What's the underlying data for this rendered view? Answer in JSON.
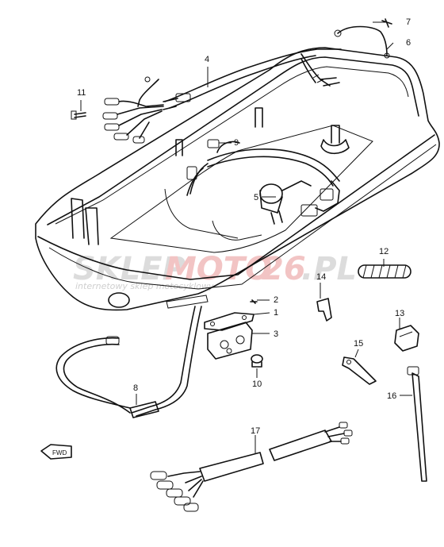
{
  "watermark": {
    "brand_part1": "SKLEP",
    "brand_part2": "MOTO",
    "brand_part3": "26",
    "brand_part4": ".PL",
    "tagline": "internetowy sklep motocyklowy",
    "color_main": "#dcdcdc",
    "color_accent": "#f2c4c4"
  },
  "fwd_label": "FWD",
  "callouts": [
    "1",
    "2",
    "3",
    "4",
    "5",
    "6",
    "7",
    "8",
    "9",
    "10",
    "11",
    "12",
    "13",
    "14",
    "15",
    "16",
    "17"
  ]
}
